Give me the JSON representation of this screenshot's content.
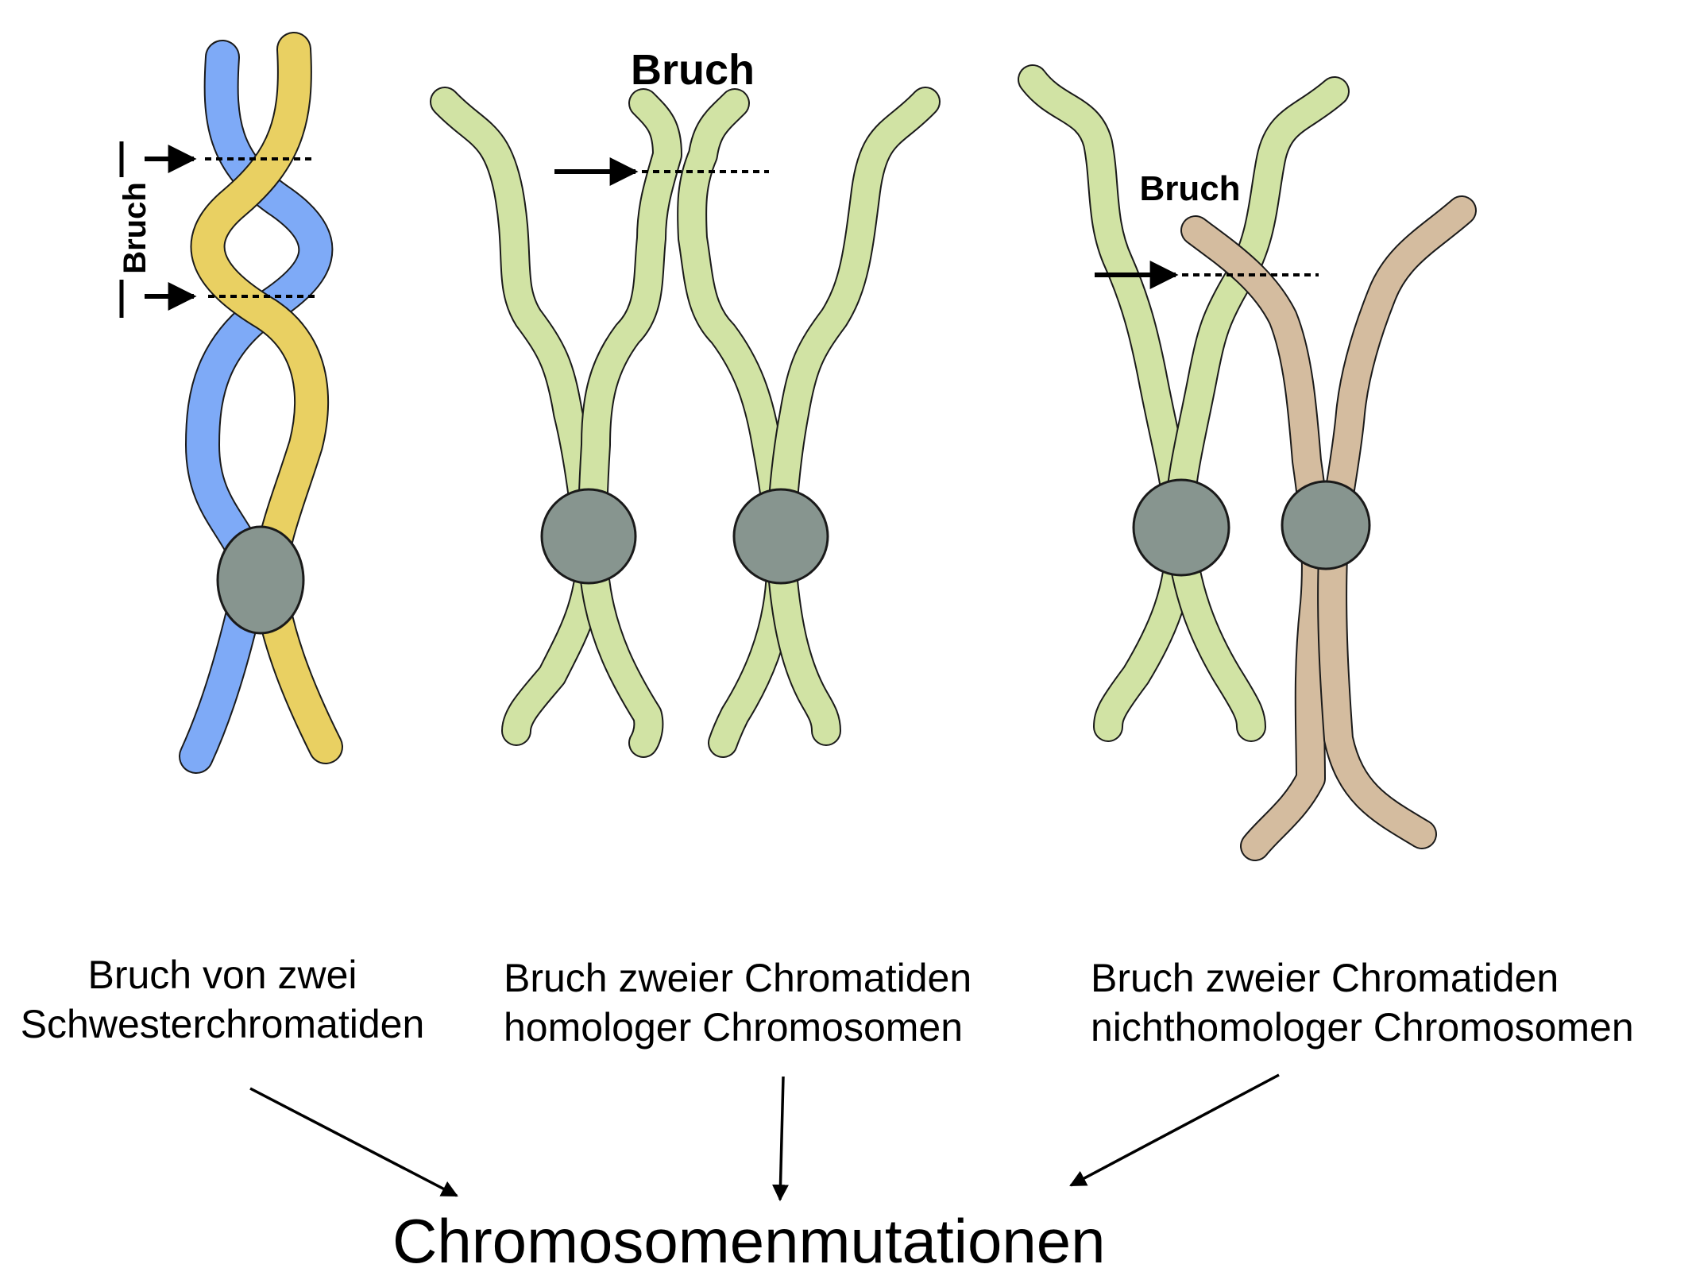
{
  "labels": {
    "bruch_left": "Bruch",
    "bruch_middle": "Bruch",
    "bruch_right": "Bruch"
  },
  "captions": {
    "sister": [
      "Bruch von zwei",
      "Schwesterchromatiden"
    ],
    "homologous": [
      "Bruch zweier Chromatiden",
      "homologer Chromosomen"
    ],
    "nonhomologous": [
      "Bruch zweier Chromatiden",
      "nichthomologer Chromosomen"
    ]
  },
  "result": "Chromosomenmutationen",
  "colors": {
    "sister_chromatid_a": "#7eaaf7",
    "sister_chromatid_b": "#e9d062",
    "chromatid_green": "#d1e3a4",
    "chromatid_tan": "#d4bc9f",
    "centromere": "#87958f",
    "outline": "#1a1a1a"
  }
}
